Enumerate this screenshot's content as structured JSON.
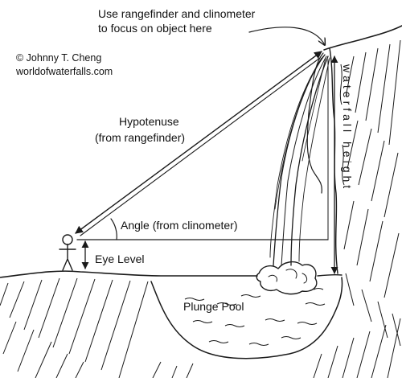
{
  "instruction": {
    "line1": "Use rangefinder and clinometer",
    "line2": "to focus on object here"
  },
  "credit": {
    "copyright": "© Johnny T. Cheng",
    "site": "worldofwaterfalls.com"
  },
  "hypotenuse": {
    "line1": "Hypotenuse",
    "line2": "(from rangefinder)"
  },
  "angle_label": "Angle (from clinometer)",
  "eye_level_label": "Eye Level",
  "plunge_pool_label": "Plunge Pool",
  "waterfall_height_label": "waterfall height"
}
